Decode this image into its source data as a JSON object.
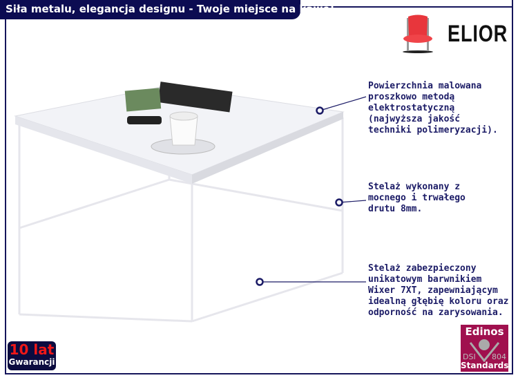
{
  "header": {
    "title": "Siła metalu, elegancja designu - Twoje miejsce na kawę!"
  },
  "brand": {
    "name": "ELIOR",
    "chair_color": "#e8363c"
  },
  "annotations": [
    {
      "text": "Powierzchnia malowana\nproszkowo metodą\nelektrostatyczną\n(najwyższa jakość\ntechniki polimeryzacji)."
    },
    {
      "text": "Stelaż wykonany z\nmocnego i trwałego\ndrutu 8mm."
    },
    {
      "text": "Stelaż zabezpieczony\nunikatowym barwnikiem\nWixer 7XT, zapewniającym\nidealną głębię koloru oraz\nodporność na zarysowania."
    }
  ],
  "warranty": {
    "years": "10 lat",
    "label": "Gwarancji"
  },
  "certificate": {
    "title": "Edinos",
    "left": "DSI",
    "right": "804",
    "bottom": "Standards"
  },
  "colors": {
    "navy": "#0c0c52",
    "accent": "#a0104e",
    "red": "#f01818"
  }
}
